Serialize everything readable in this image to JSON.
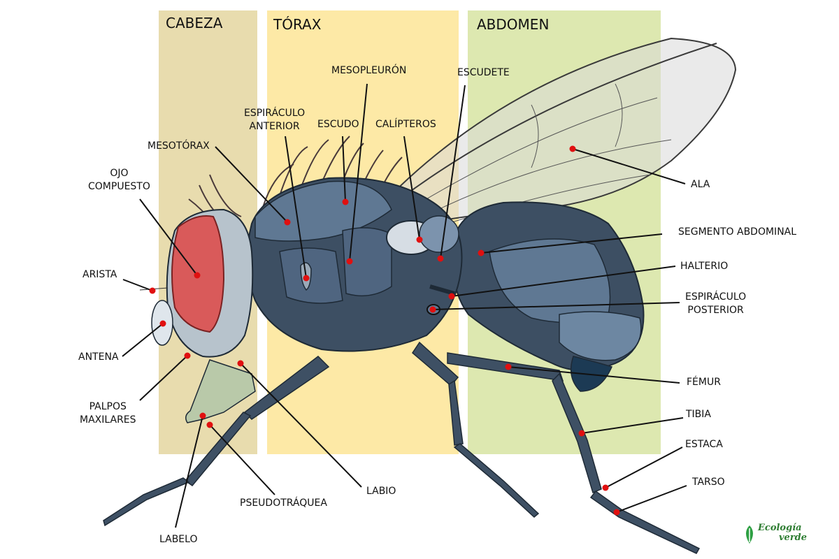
{
  "sections": {
    "head": "CABEZA",
    "thorax": "TÓRAX",
    "abdomen": "ABDOMEN"
  },
  "labels": {
    "mesopleuron": "MESOPLEURÓN",
    "escudete": "ESCUDETE",
    "espiraculo_anterior_1": "ESPIRÁCULO",
    "espiraculo_anterior_2": "ANTERIOR",
    "escudo": "ESCUDO",
    "calipteros": "CALÍPTEROS",
    "mesotorax": "MESOTÓRAX",
    "ojo_1": "OJO",
    "ojo_2": "COMPUESTO",
    "arista": "ARISTA",
    "antena": "ANTENA",
    "palpos_1": "PALPOS",
    "palpos_2": "MAXILARES",
    "labelo": "LABELO",
    "pseudotraquea": "PSEUDOTRÁQUEA",
    "labio": "LABIO",
    "ala": "ALA",
    "segmento": "SEGMENTO ABDOMINAL",
    "halterio": "HALTERIO",
    "espiraculo_posterior_1": "ESPIRÁCULO",
    "espiraculo_posterior_2": "POSTERIOR",
    "femur": "FÉMUR",
    "tibia": "TIBIA",
    "estaca": "ESTACA",
    "tarso": "TARSO"
  },
  "logo": {
    "line1": "Ecología",
    "line2": "verde"
  },
  "colors": {
    "head_band": "#e8dcae",
    "thorax_band": "#fde9a6",
    "abdomen_band": "#dde8b0",
    "body": "#3d4f63",
    "body_light": "#5f7893",
    "eye": "#d95a5a",
    "marker": "#e01010"
  }
}
